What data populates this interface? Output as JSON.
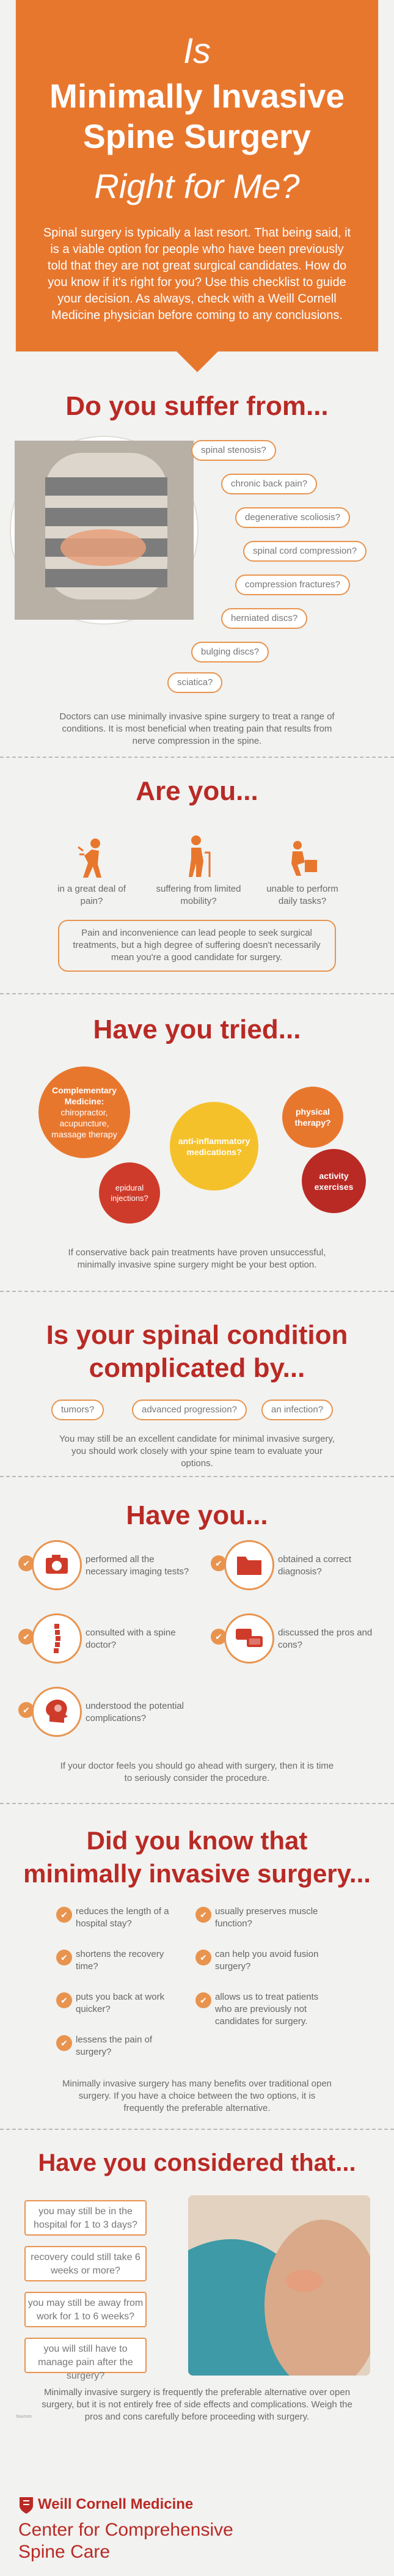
{
  "header": {
    "line1": "Is",
    "line2": "Minimally Invasive",
    "line3": "Spine Surgery",
    "line4": "Right for Me?",
    "intro": "Spinal surgery is typically a last resort. That being said, it is a viable option for people who have been previously told that they are not great surgical candidates. How do you know if it's right for you? Use this checklist to guide your decision. As always, check with a Weill Cornell Medicine physician before coming to any conclusions."
  },
  "suffer": {
    "title": "Do you suffer from...",
    "items": [
      "spinal stenosis?",
      "chronic back pain?",
      "degenerative scoliosis?",
      "spinal cord compression?",
      "compression fractures?",
      "herniated discs?",
      "bulging discs?",
      "sciatica?"
    ],
    "note": "Doctors can use minimally invasive spine surgery to treat a range of conditions. It is most beneficial when treating pain that results from nerve compression in the spine."
  },
  "are_you": {
    "title": "Are you...",
    "items": [
      "in a great deal of pain?",
      "suffering from limited mobility?",
      "unable to perform daily tasks?"
    ],
    "note": "Pain and inconvenience can lead people to seek surgical treatments, but a high degree of suffering doesn't necessarily mean you're a good candidate for surgery."
  },
  "tried": {
    "title": "Have you tried...",
    "complementary_title": "Complementary Medicine:",
    "complementary_text": "chiropractor, acupuncture, massage therapy",
    "bubbles": [
      "anti-inflammatory medications?",
      "physical therapy?",
      "epidural injections?",
      "activity exercises"
    ],
    "note": "If conservative back pain treatments have proven unsuccessful, minimally invasive spine surgery might be your best option."
  },
  "complicated": {
    "title_line1": "Is your spinal condition",
    "title_line2": "complicated by...",
    "items": [
      "tumors?",
      "advanced progression?",
      "an infection?"
    ],
    "note": "You may still be an excellent candidate for minimal invasive surgery, you should work closely with your spine team to evaluate your options."
  },
  "have_you": {
    "title": "Have you...",
    "items": [
      "performed all the necessary imaging tests?",
      "obtained a correct diagnosis?",
      "consulted with a spine doctor?",
      "discussed the pros and cons?",
      "understood the potential complications?"
    ],
    "note": "If your doctor feels you should go ahead with surgery, then it is time to seriously consider the procedure."
  },
  "did_you_know": {
    "title_line1": "Did you know that",
    "title_line2": "minimally invasive surgery...",
    "left": [
      "reduces the length of a hospital stay?",
      "shortens the recovery time?",
      "puts you back at work quicker?",
      "lessens the pain of surgery?"
    ],
    "right": [
      "usually preserves muscle function?",
      "can help you avoid fusion surgery?",
      "allows us to treat patients who are previously not candidates for surgery."
    ],
    "note": "Minimally invasive surgery has many benefits over traditional open surgery. If you have a choice between the two options, it is frequently the preferable alternative."
  },
  "considered": {
    "title": "Have you considered that...",
    "items": [
      "you may still be in the hospital for 1 to 3 days?",
      "recovery could still take 6 weeks or more?",
      "you may still be away from work for 1 to 6 weeks?",
      "you will still have to manage pain after the surgery?"
    ],
    "note": "Minimally invasive surgery is frequently the preferable alternative over open surgery, but it is not entirely free of side effects and complications. Weigh the pros and cons carefully before proceeding with surgery."
  },
  "references": {
    "heading": "Sources:"
  },
  "brand": {
    "name": "Weill Cornell Medicine",
    "center_line1": "Center for Comprehensive",
    "center_line2": "Spine Care"
  }
}
